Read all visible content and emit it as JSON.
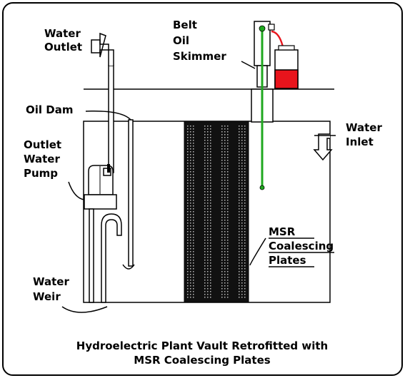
{
  "caption": {
    "line1": "Hydroelectric Plant Vault Retrofitted with",
    "line2": "MSR Coalescing Plates"
  },
  "labels": {
    "water_outlet_1": "Water",
    "water_outlet_2": "Outlet",
    "oil_dam": "Oil Dam",
    "outlet_pump_1": "Outlet",
    "outlet_pump_2": "Water",
    "outlet_pump_3": "Pump",
    "water_weir_1": "Water",
    "water_weir_2": "Weir",
    "belt_skimmer_1": "Belt",
    "belt_skimmer_2": "Oil",
    "belt_skimmer_3": "Skimmer",
    "water_inlet_1": "Water",
    "water_inlet_2": "Inlet",
    "msr_1": "MSR",
    "msr_2": "Coalescing",
    "msr_3": "Plates"
  },
  "colors": {
    "line": "#000000",
    "oil_collection": "#e8141c",
    "skimmer_belt": "#1fa81f",
    "plate_pack": "#111111",
    "background": "#ffffff"
  }
}
